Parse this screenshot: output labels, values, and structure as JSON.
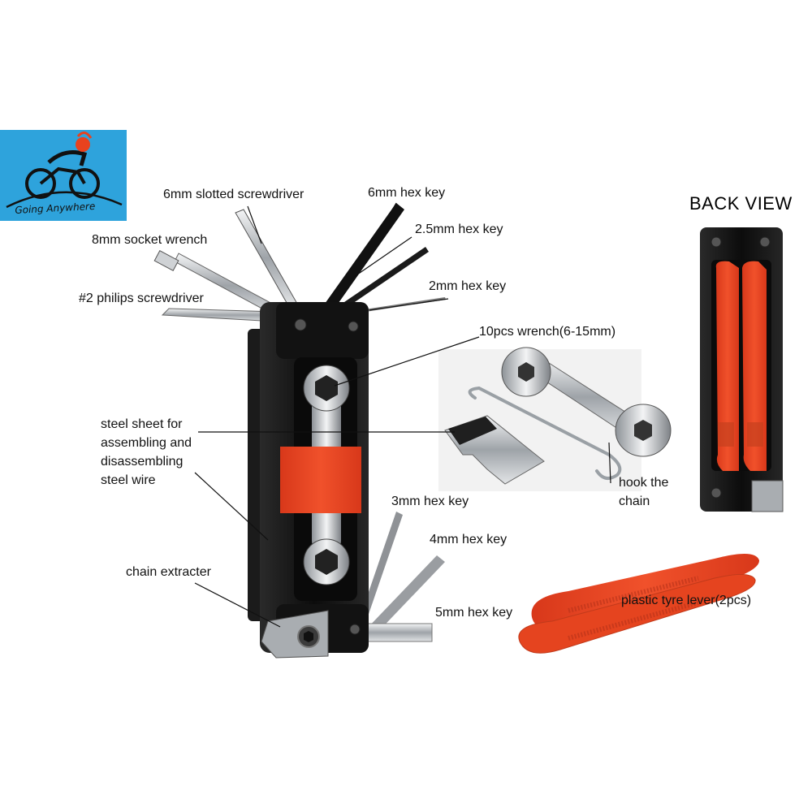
{
  "logo": {
    "text": "Going Anywhere",
    "icon": "cyclist-icon",
    "background": "#2ea3dc"
  },
  "back_view": {
    "title": "BACK VIEW"
  },
  "colors": {
    "tool_body": "#141414",
    "accent_orange": "#e8421e",
    "steel": "#c9cccf"
  },
  "labels": {
    "slotted_screwdriver": "6mm slotted screwdriver",
    "hex_6mm": "6mm hex key",
    "hex_2_5mm": "2.5mm hex key",
    "socket_wrench": "8mm socket wrench",
    "hex_2mm": "2mm hex key",
    "philips": "#2 philips screwdriver",
    "wrench_10pcs": "10pcs wrench(6-15mm)",
    "steel_sheet": "steel sheet for\nassembling and\ndisassembling\nsteel wire",
    "hook_chain": "hook the\nchain",
    "hex_3mm": "3mm hex key",
    "hex_4mm": "4mm hex key",
    "chain_extracter": "chain extracter",
    "plastic_tyre_lever": "plastic tyre lever(2pcs)",
    "hex_5mm": "5mm hex key"
  }
}
